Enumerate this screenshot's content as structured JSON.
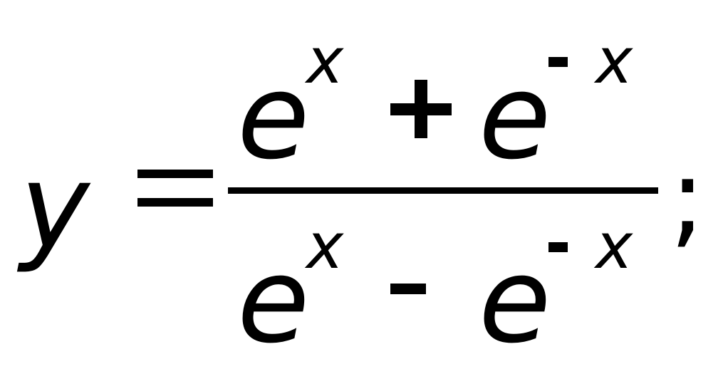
{
  "formula": {
    "lhs": "y",
    "equals": "=",
    "numerator": {
      "term1_base": "e",
      "term1_exp": "x",
      "operator": "+",
      "term2_base": "e",
      "term2_exp_sign": "-",
      "term2_exp": "x"
    },
    "denominator": {
      "term1_base": "e",
      "term1_exp": "x",
      "operator": "-",
      "term2_base": "e",
      "term2_exp_sign": "-",
      "term2_exp": "x"
    },
    "terminator": ";"
  }
}
